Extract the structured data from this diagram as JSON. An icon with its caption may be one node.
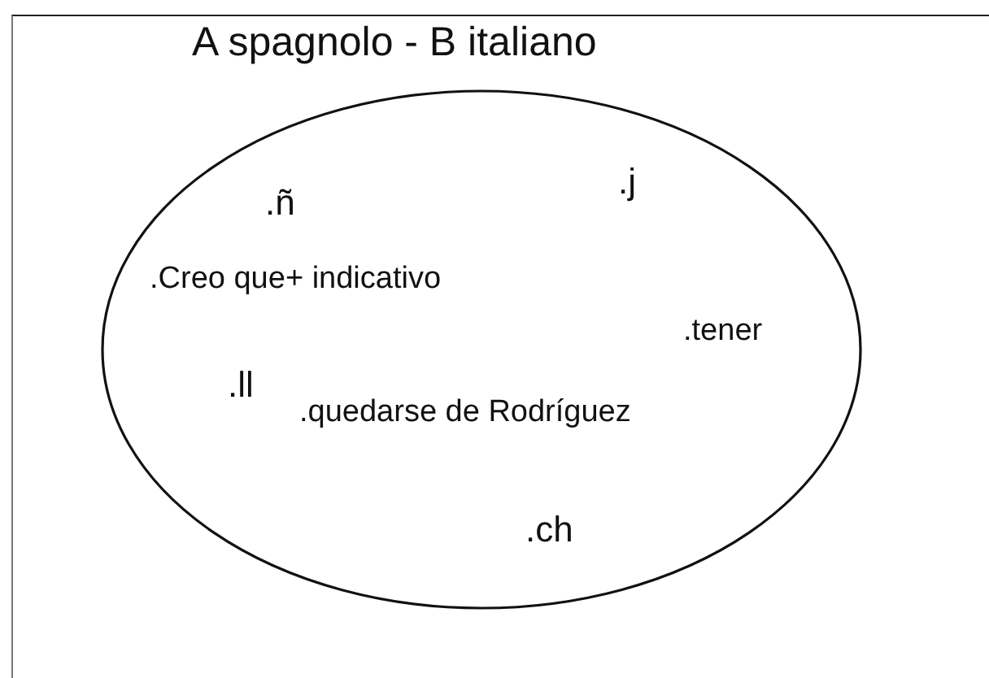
{
  "diagram": {
    "title": "A spagnolo - B italiano",
    "nodes": [
      {
        "text": [
          ".ñ",
          ".j",
          ".Creo que+ indicativo",
          ".tener",
          ".ll",
          ".quedarse de Rodríguez",
          ".ch"
        ]
      }
    ]
  }
}
